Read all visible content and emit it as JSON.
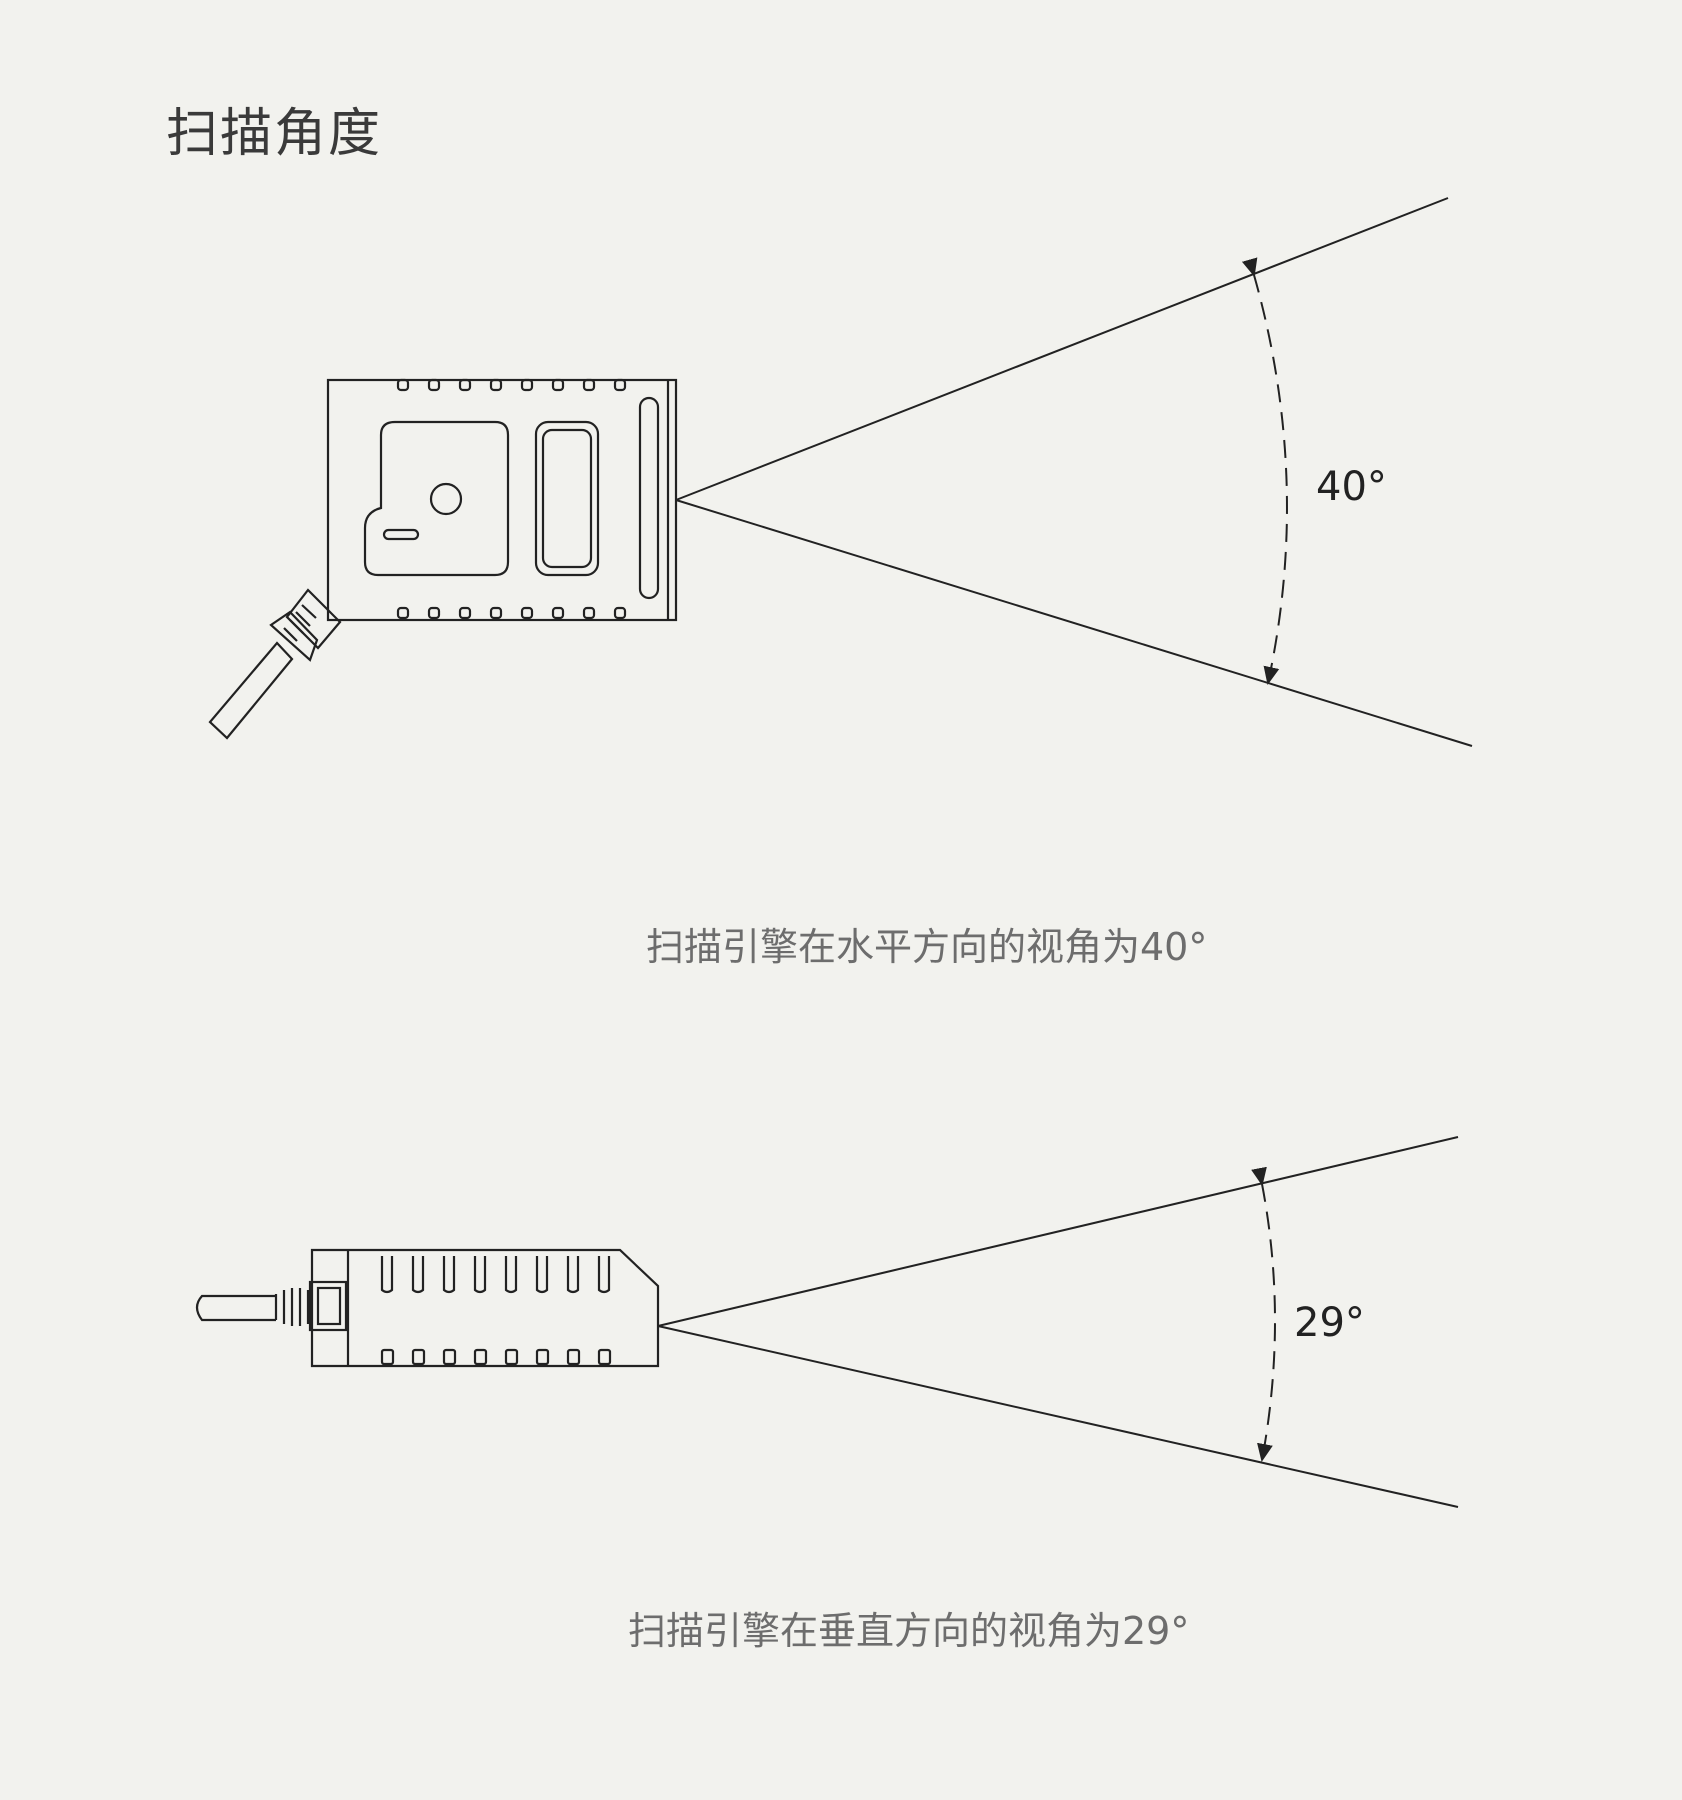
{
  "title": "扫描角度",
  "horizontal": {
    "angle_label": "40°",
    "caption": "扫描引擎在水平方向的视角为40°"
  },
  "vertical": {
    "angle_label": "29°",
    "caption": "扫描引擎在垂直方向的视角为29°"
  },
  "colors": {
    "background": "#f2f2ee",
    "line": "#222222",
    "caption": "#6d6d6d"
  }
}
